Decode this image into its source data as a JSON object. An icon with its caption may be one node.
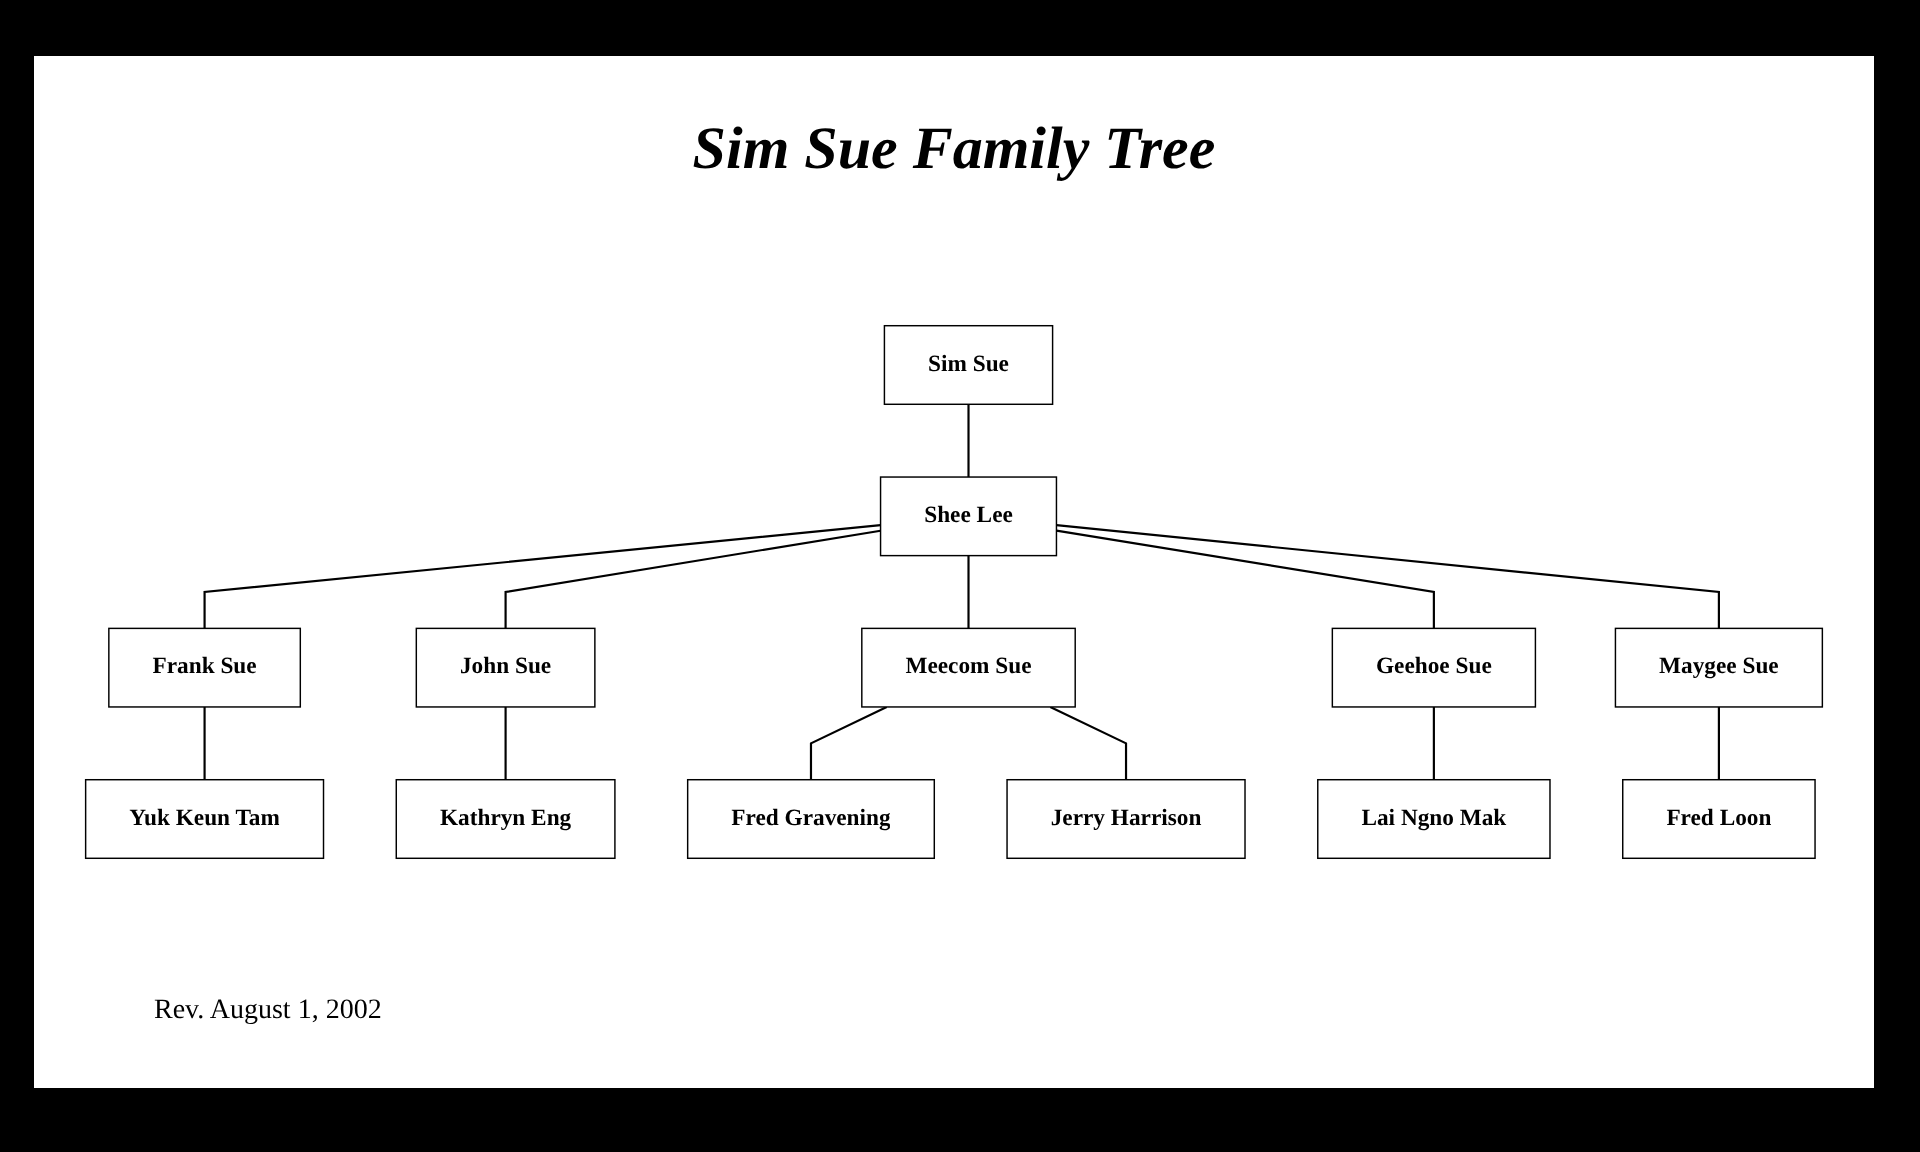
{
  "diagram": {
    "title": "Sim Sue Family Tree",
    "nodes": [
      {
        "text": [
          "Sim Sue"
        ]
      },
      {
        "text": [
          "Shee Lee"
        ]
      },
      {
        "text": [
          "Frank Sue"
        ]
      },
      {
        "text": [
          "Yuk Keun Tam"
        ]
      },
      {
        "text": [
          "John Sue"
        ]
      },
      {
        "text": [
          "Kathryn Eng"
        ]
      },
      {
        "text": [
          "Fred Gravening"
        ]
      },
      {
        "text": [
          "Meecom Sue"
        ]
      },
      {
        "text": [
          "Jerry Harrison"
        ]
      },
      {
        "text": [
          "Geehoe Sue"
        ]
      },
      {
        "text": [
          "Lai Ngno Mak"
        ]
      },
      {
        "text": [
          "Maygee Sue"
        ]
      },
      {
        "text": [
          "Fred Loon"
        ]
      }
    ],
    "edges": [
      {
        "from": 0,
        "to": 1,
        "arrow": "none"
      },
      {
        "from": 1,
        "to": 2,
        "arrow": "none"
      },
      {
        "from": 1,
        "to": 4,
        "arrow": "none"
      },
      {
        "from": 1,
        "to": 7,
        "arrow": "none"
      },
      {
        "from": 1,
        "to": 9,
        "arrow": "none"
      },
      {
        "from": 1,
        "to": 11,
        "arrow": "none"
      },
      {
        "from": 2,
        "to": 3,
        "arrow": "none"
      },
      {
        "from": 4,
        "to": 5,
        "arrow": "none"
      },
      {
        "from": 6,
        "to": 7,
        "arrow": "none"
      },
      {
        "from": 7,
        "to": 8,
        "arrow": "none"
      },
      {
        "from": 9,
        "to": 10,
        "arrow": "none"
      },
      {
        "from": 11,
        "to": 12,
        "arrow": "none"
      }
    ],
    "labels": [
      "Rev. August 1, 2002"
    ]
  }
}
